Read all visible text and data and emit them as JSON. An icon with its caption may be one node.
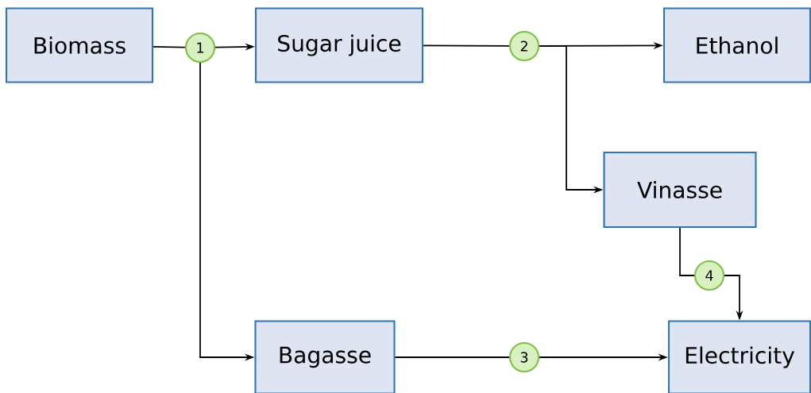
{
  "diagram": {
    "nodes": [
      {
        "text": [
          "Biomass"
        ]
      },
      {
        "text": [
          "Sugar juice"
        ]
      },
      {
        "text": [
          "Ethanol"
        ]
      },
      {
        "text": [
          "Vinasse"
        ]
      },
      {
        "text": [
          "Bagasse"
        ]
      },
      {
        "text": [
          "Electricity"
        ]
      },
      {
        "text": [
          "1"
        ]
      },
      {
        "text": [
          "2"
        ]
      },
      {
        "text": [
          "3"
        ]
      },
      {
        "text": [
          "4"
        ]
      }
    ],
    "edges": [
      {
        "from": 0,
        "to": 6,
        "arrow": "none"
      },
      {
        "from": 6,
        "to": 1,
        "arrow": "to"
      },
      {
        "from": 6,
        "to": 4,
        "arrow": "to"
      },
      {
        "from": 1,
        "to": 7,
        "arrow": "none"
      },
      {
        "from": 7,
        "to": 2,
        "arrow": "to"
      },
      {
        "from": 7,
        "to": 3,
        "arrow": "to"
      },
      {
        "from": 4,
        "to": 8,
        "arrow": "none"
      },
      {
        "from": 8,
        "to": 5,
        "arrow": "to"
      },
      {
        "from": 3,
        "to": 9,
        "arrow": "none"
      },
      {
        "from": 9,
        "to": 5,
        "arrow": "to"
      }
    ]
  }
}
